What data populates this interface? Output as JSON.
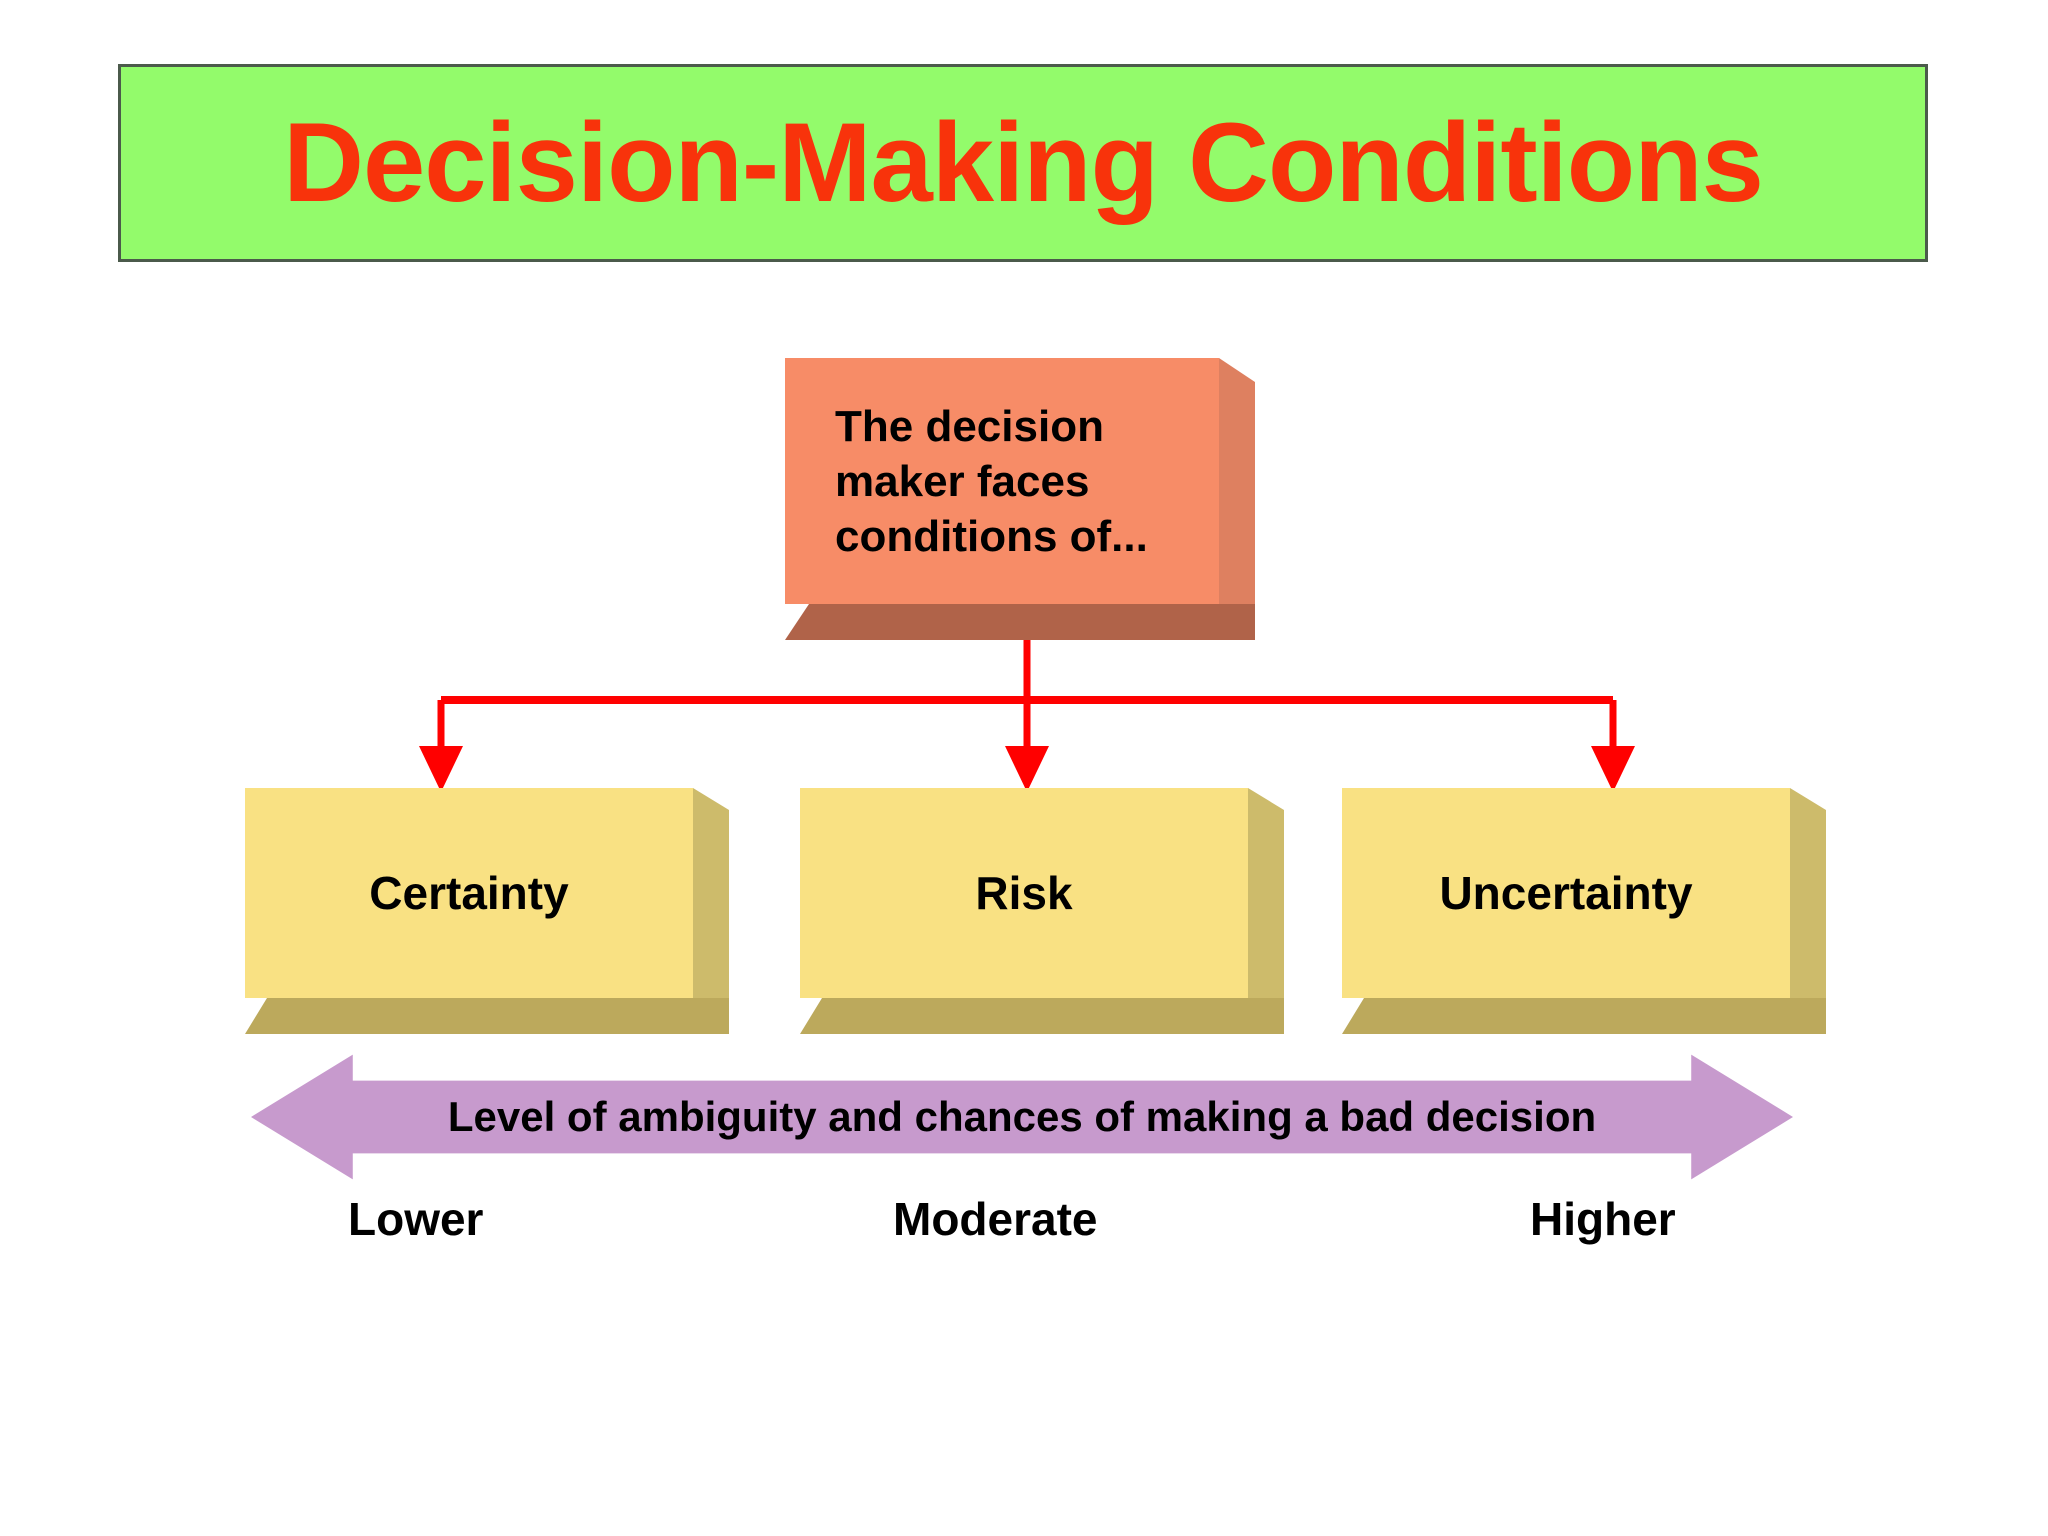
{
  "slide": {
    "title": "Decision-Making Conditions",
    "title_bg_color": "#93FB6B",
    "title_text_color": "#F8330B",
    "title_border_color": "#4B5A4B"
  },
  "source_box": {
    "text": "The decision\nmaker faces\nconditions of...",
    "face_color": "#F78C67",
    "side_color": "#DE8060",
    "bottom_color": "#B06349"
  },
  "connectors": {
    "color": "#FF0000"
  },
  "conditions": [
    {
      "label": "Certainty"
    },
    {
      "label": "Risk"
    },
    {
      "label": "Uncertainty"
    }
  ],
  "condition_box_style": {
    "face_color": "#F9E183",
    "side_color": "#CDBB6B",
    "bottom_color": "#BCA95C"
  },
  "ambiguity_arrow": {
    "label": "Level of ambiguity and chances of making a bad decision",
    "color": "#C79ACD",
    "direction": "double"
  },
  "scale_labels": [
    {
      "text": "Lower"
    },
    {
      "text": "Moderate"
    },
    {
      "text": "Higher"
    }
  ]
}
